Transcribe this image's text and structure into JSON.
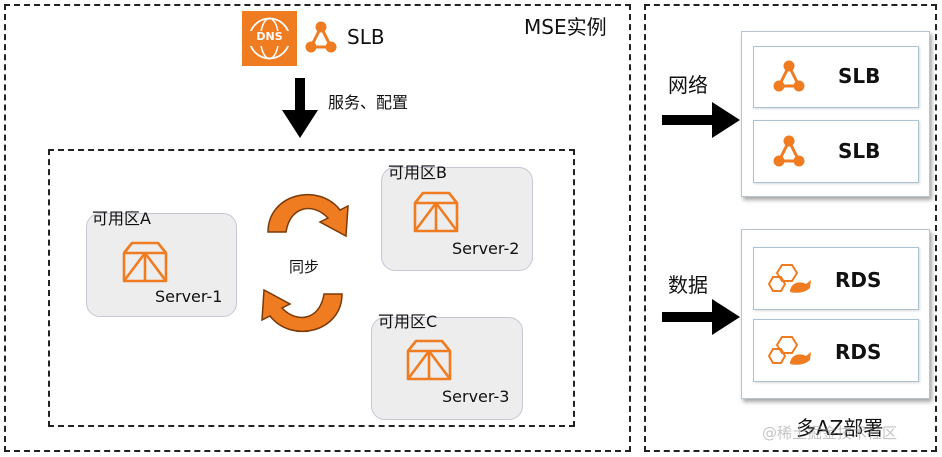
{
  "left_panel": {
    "title": "MSE实例",
    "dns_label": "DNS",
    "slb_label": "SLB",
    "arrow_label": "服务、配置",
    "sync_label": "同步",
    "zones": [
      {
        "zone_label": "可用区A",
        "server_label": "Server-1"
      },
      {
        "zone_label": "可用区B",
        "server_label": "Server-2"
      },
      {
        "zone_label": "可用区C",
        "server_label": "Server-3"
      }
    ]
  },
  "right_panel": {
    "title": "多AZ部署",
    "network_label": "网络",
    "data_label": "数据",
    "network_items": [
      {
        "label": "SLB"
      },
      {
        "label": "SLB"
      }
    ],
    "data_items": [
      {
        "label": "RDS"
      },
      {
        "label": "RDS"
      }
    ]
  },
  "watermark": "@稀土掘金技术社区",
  "colors": {
    "accent": "#f07c22",
    "zone_bg": "#ededed",
    "border": "#222222"
  }
}
